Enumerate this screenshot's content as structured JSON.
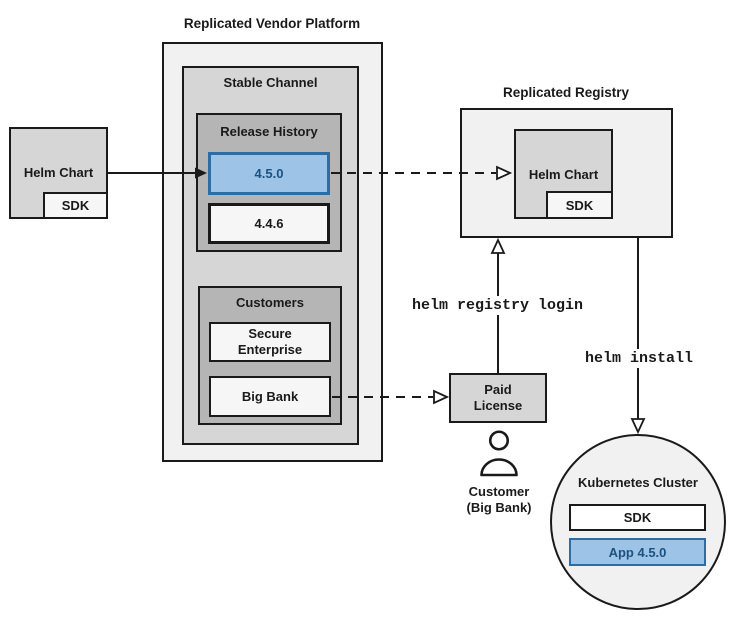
{
  "colors": {
    "box_light": "#f1f1f1",
    "box_mid": "#d6d6d6",
    "box_dark": "#b5b5b5",
    "box_pale": "#f6f6f6",
    "blue_fill": "#9dc3e6",
    "blue_border": "#2e6da4",
    "blue_text": "#1b5280",
    "line": "#1a1a1a"
  },
  "platform": {
    "title": "Replicated Vendor Platform",
    "stable_channel_title": "Stable Channel",
    "release_history_title": "Release History",
    "release_new": "4.5.0",
    "release_old": "4.4.6",
    "customers_title": "Customers",
    "customer_enterprise": "Secure Enterprise",
    "customer_bank": "Big Bank"
  },
  "source_chart": {
    "label": "Helm Chart",
    "sdk_label": "SDK"
  },
  "registry": {
    "title": "Replicated Registry",
    "chart_label": "Helm Chart",
    "sdk_label": "SDK"
  },
  "license": {
    "label": "Paid License"
  },
  "customer_actor": {
    "label": "Customer (Big Bank)",
    "icon": "person-icon"
  },
  "commands": {
    "registry_login": "helm registry login",
    "install": "helm install"
  },
  "cluster": {
    "title": "Kubernetes Cluster",
    "sdk_label": "SDK",
    "app_label": "App 4.5.0"
  }
}
